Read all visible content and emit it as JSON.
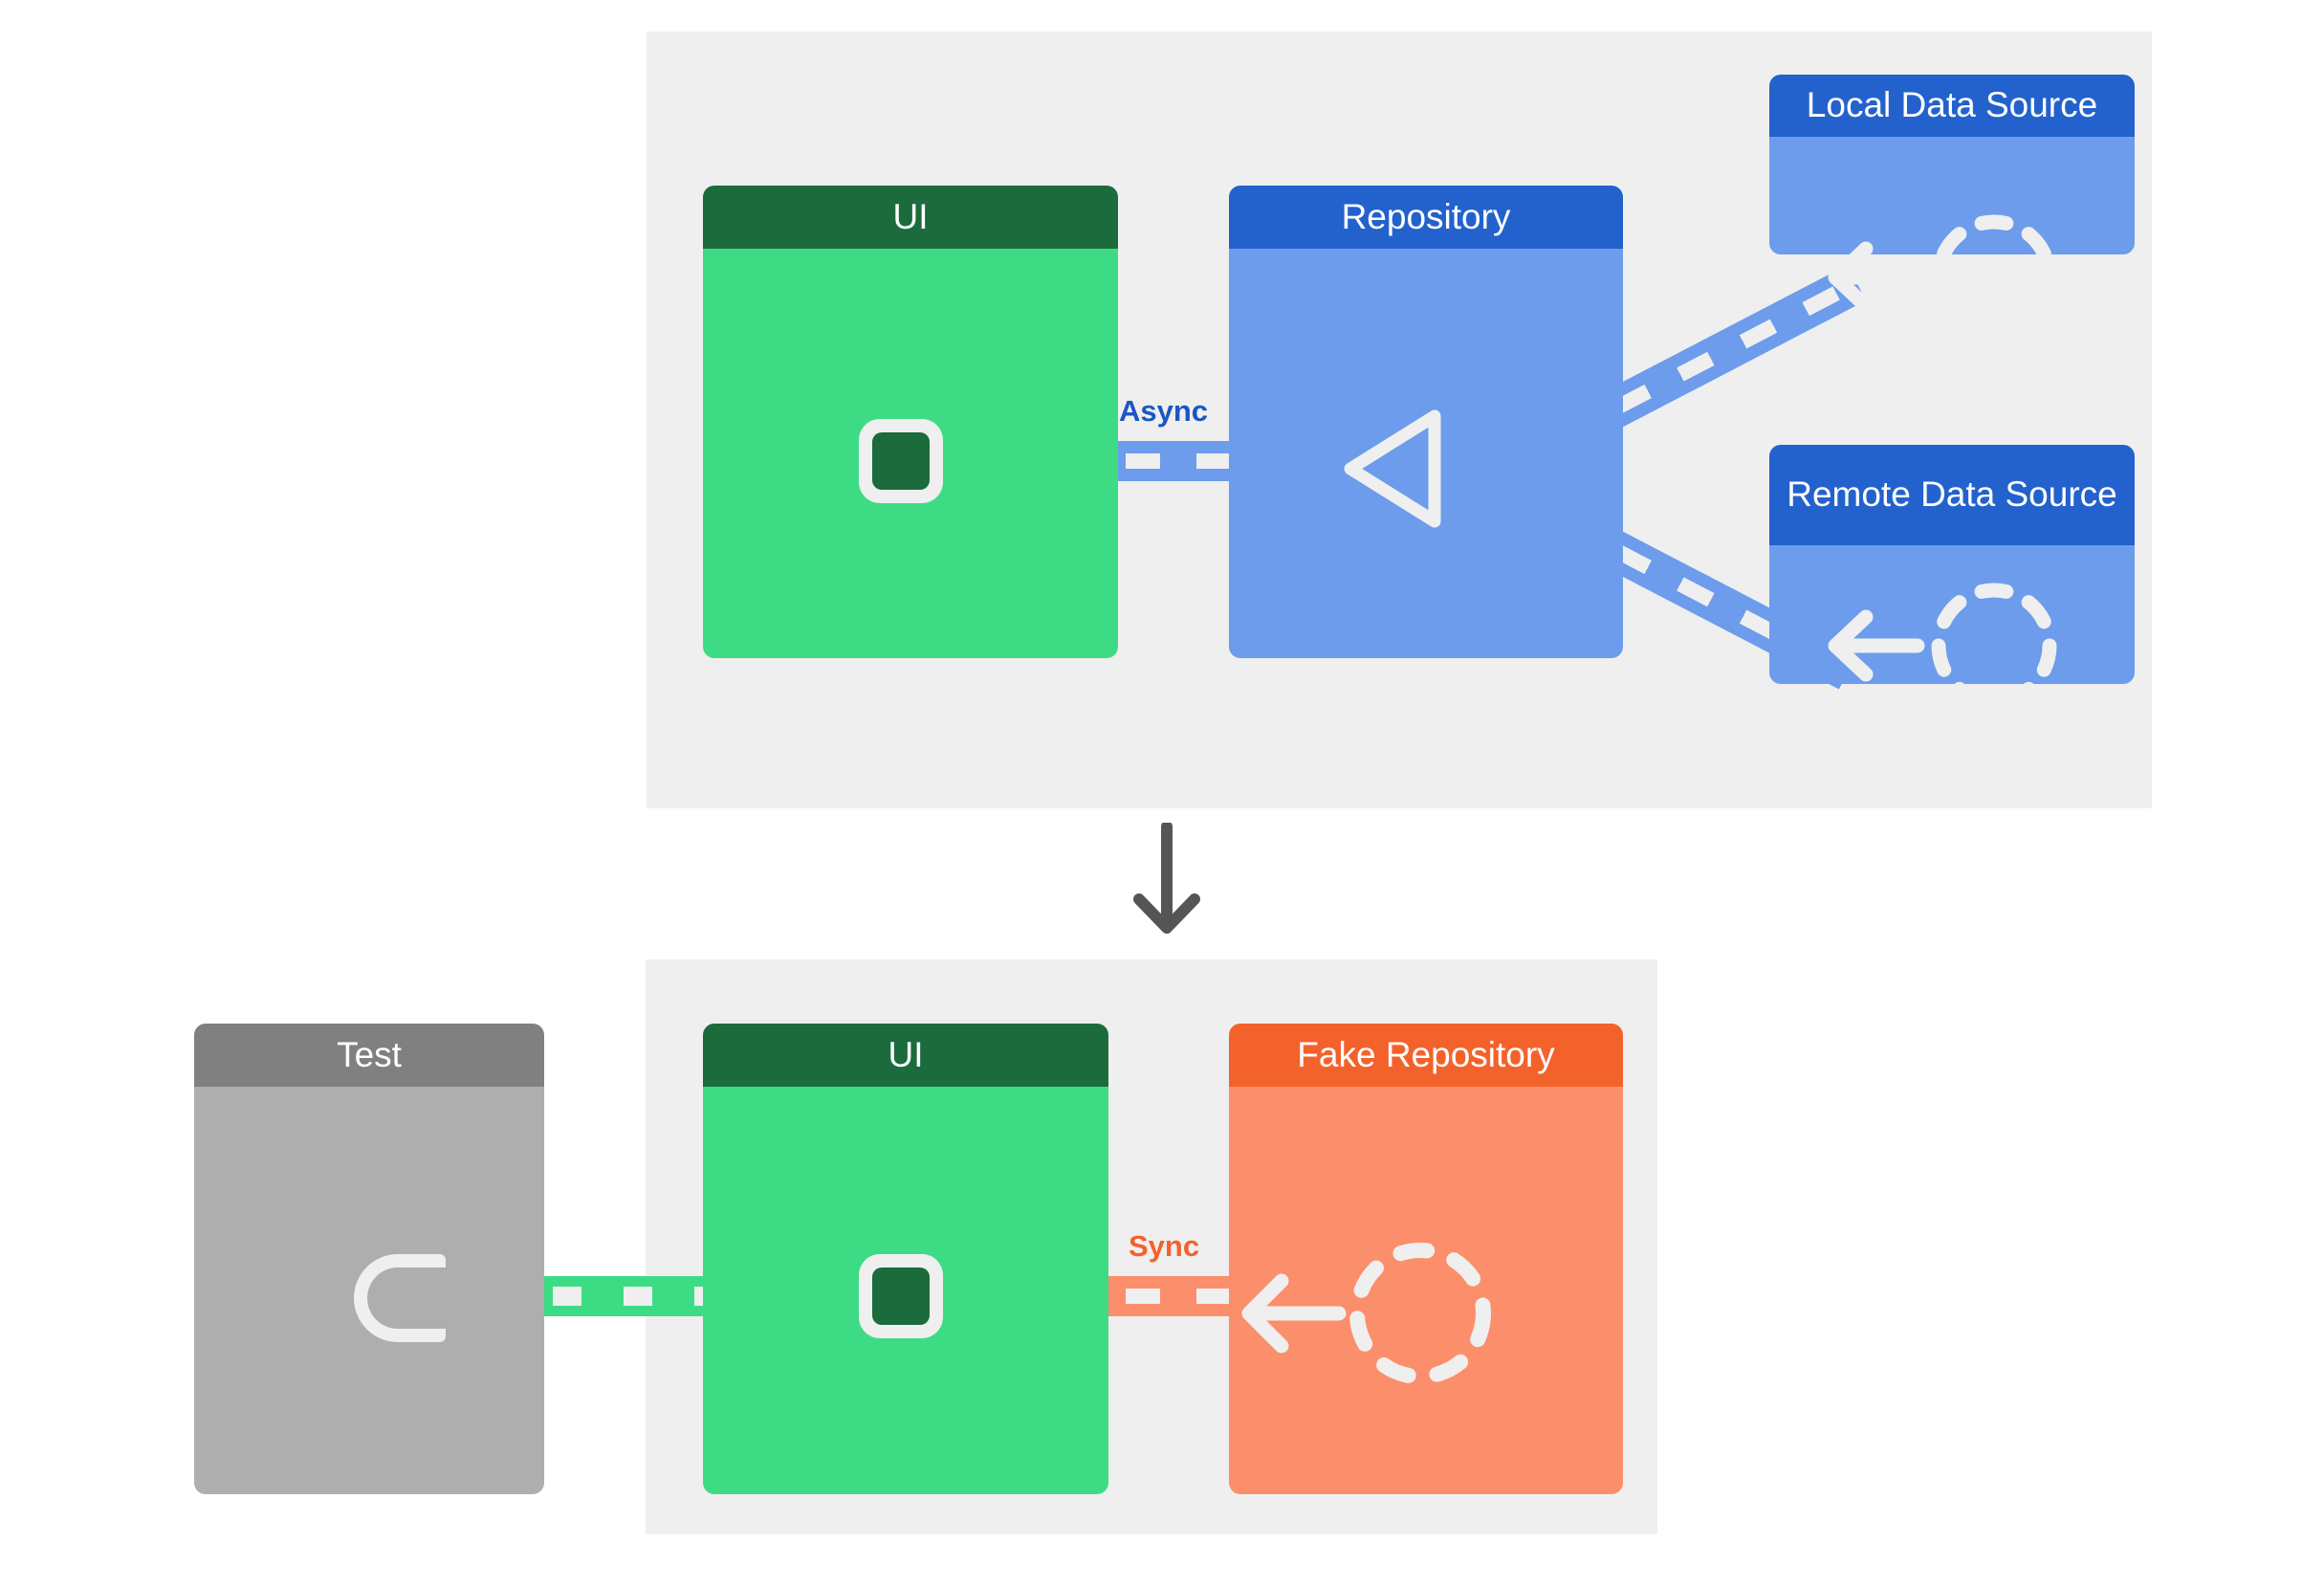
{
  "diagram": {
    "title": "Repository pattern: production wiring vs. test wiring with a fake repository",
    "panels": {
      "production": {
        "name": "production-architecture",
        "boxes": {
          "ui": {
            "label": "UI",
            "header_color": "#1b6b3d",
            "body_color": "#3ddc84"
          },
          "repository": {
            "label": "Repository",
            "header_color": "#2362cd",
            "body_color": "#6c9ceb"
          },
          "local_data_source": {
            "label": "Local Data Source",
            "header_color": "#2362cd",
            "body_color": "#6c9ceb"
          },
          "remote_data_source": {
            "label": "Remote Data Source",
            "header_color": "#2362cd",
            "body_color": "#6c9ceb"
          }
        },
        "connections": {
          "ui_to_repository": {
            "label": "Async",
            "color": "#1a56c4",
            "style": "dashed"
          },
          "repository_to_local": {
            "label": "",
            "color": "#6c9ceb",
            "style": "dashed"
          },
          "repository_to_remote": {
            "label": "",
            "color": "#6c9ceb",
            "style": "dashed"
          }
        }
      },
      "test": {
        "name": "test-architecture",
        "boxes": {
          "test": {
            "label": "Test",
            "header_color": "#808080",
            "body_color": "#aeaeae"
          },
          "ui": {
            "label": "UI",
            "header_color": "#1b6b3d",
            "body_color": "#3ddc84"
          },
          "fake_repository": {
            "label": "Fake Repository",
            "header_color": "#f4622b",
            "body_color": "#fb8f6b"
          }
        },
        "connections": {
          "test_to_ui": {
            "label": "",
            "color": "#3ddc84",
            "style": "dotted"
          },
          "ui_to_fake_repository": {
            "label": "Sync",
            "color": "#f4622b",
            "style": "dashed"
          }
        }
      }
    },
    "flow_arrow": {
      "direction": "down",
      "color": "#555555"
    },
    "icons": {
      "repository_merge": "triangle-left-icon",
      "data_source": "dashed-circle-icon",
      "data_flow": "arrow-left-icon",
      "ui_socket": "square-socket-icon",
      "test_plug": "d-plug-icon",
      "transition": "arrow-down-icon"
    }
  }
}
